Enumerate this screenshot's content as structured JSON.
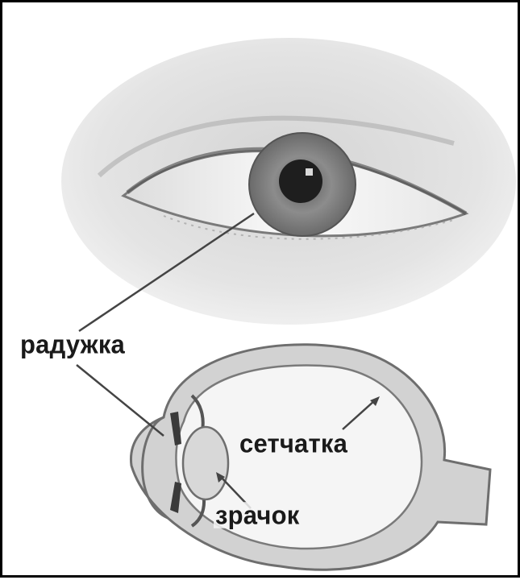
{
  "labels": {
    "iris": "радужка",
    "retina": "сетчатка",
    "pupil": "зрачок"
  },
  "colors": {
    "frame": "#000000",
    "skin": "#e6e6e6",
    "iris": "#8a8a8a",
    "pupil": "#1e1e1e",
    "sclera": "#f7f7f7",
    "eye_wall": "#cfcfcf",
    "eye_outline": "#6e6e6e",
    "leader_line": "#444444"
  }
}
